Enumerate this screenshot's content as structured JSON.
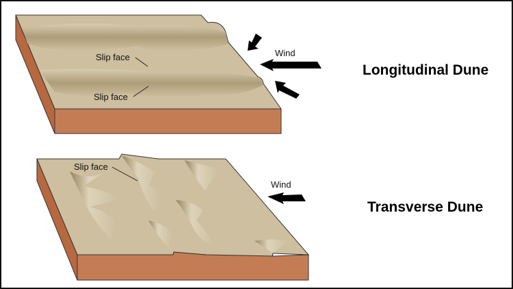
{
  "longitudinal": {
    "title": "Longitudinal Dune",
    "slip_face_1": "Slip face",
    "slip_face_2": "Slip face",
    "wind_label": "Wind"
  },
  "transverse": {
    "title": "Transverse Dune",
    "slip_face": "Slip face",
    "wind_label": "Wind"
  },
  "colors": {
    "sand": "#cdbf9f",
    "sand_shadow": "#a89772",
    "rock": "#c47c55",
    "rock_dark": "#a85f3c"
  }
}
